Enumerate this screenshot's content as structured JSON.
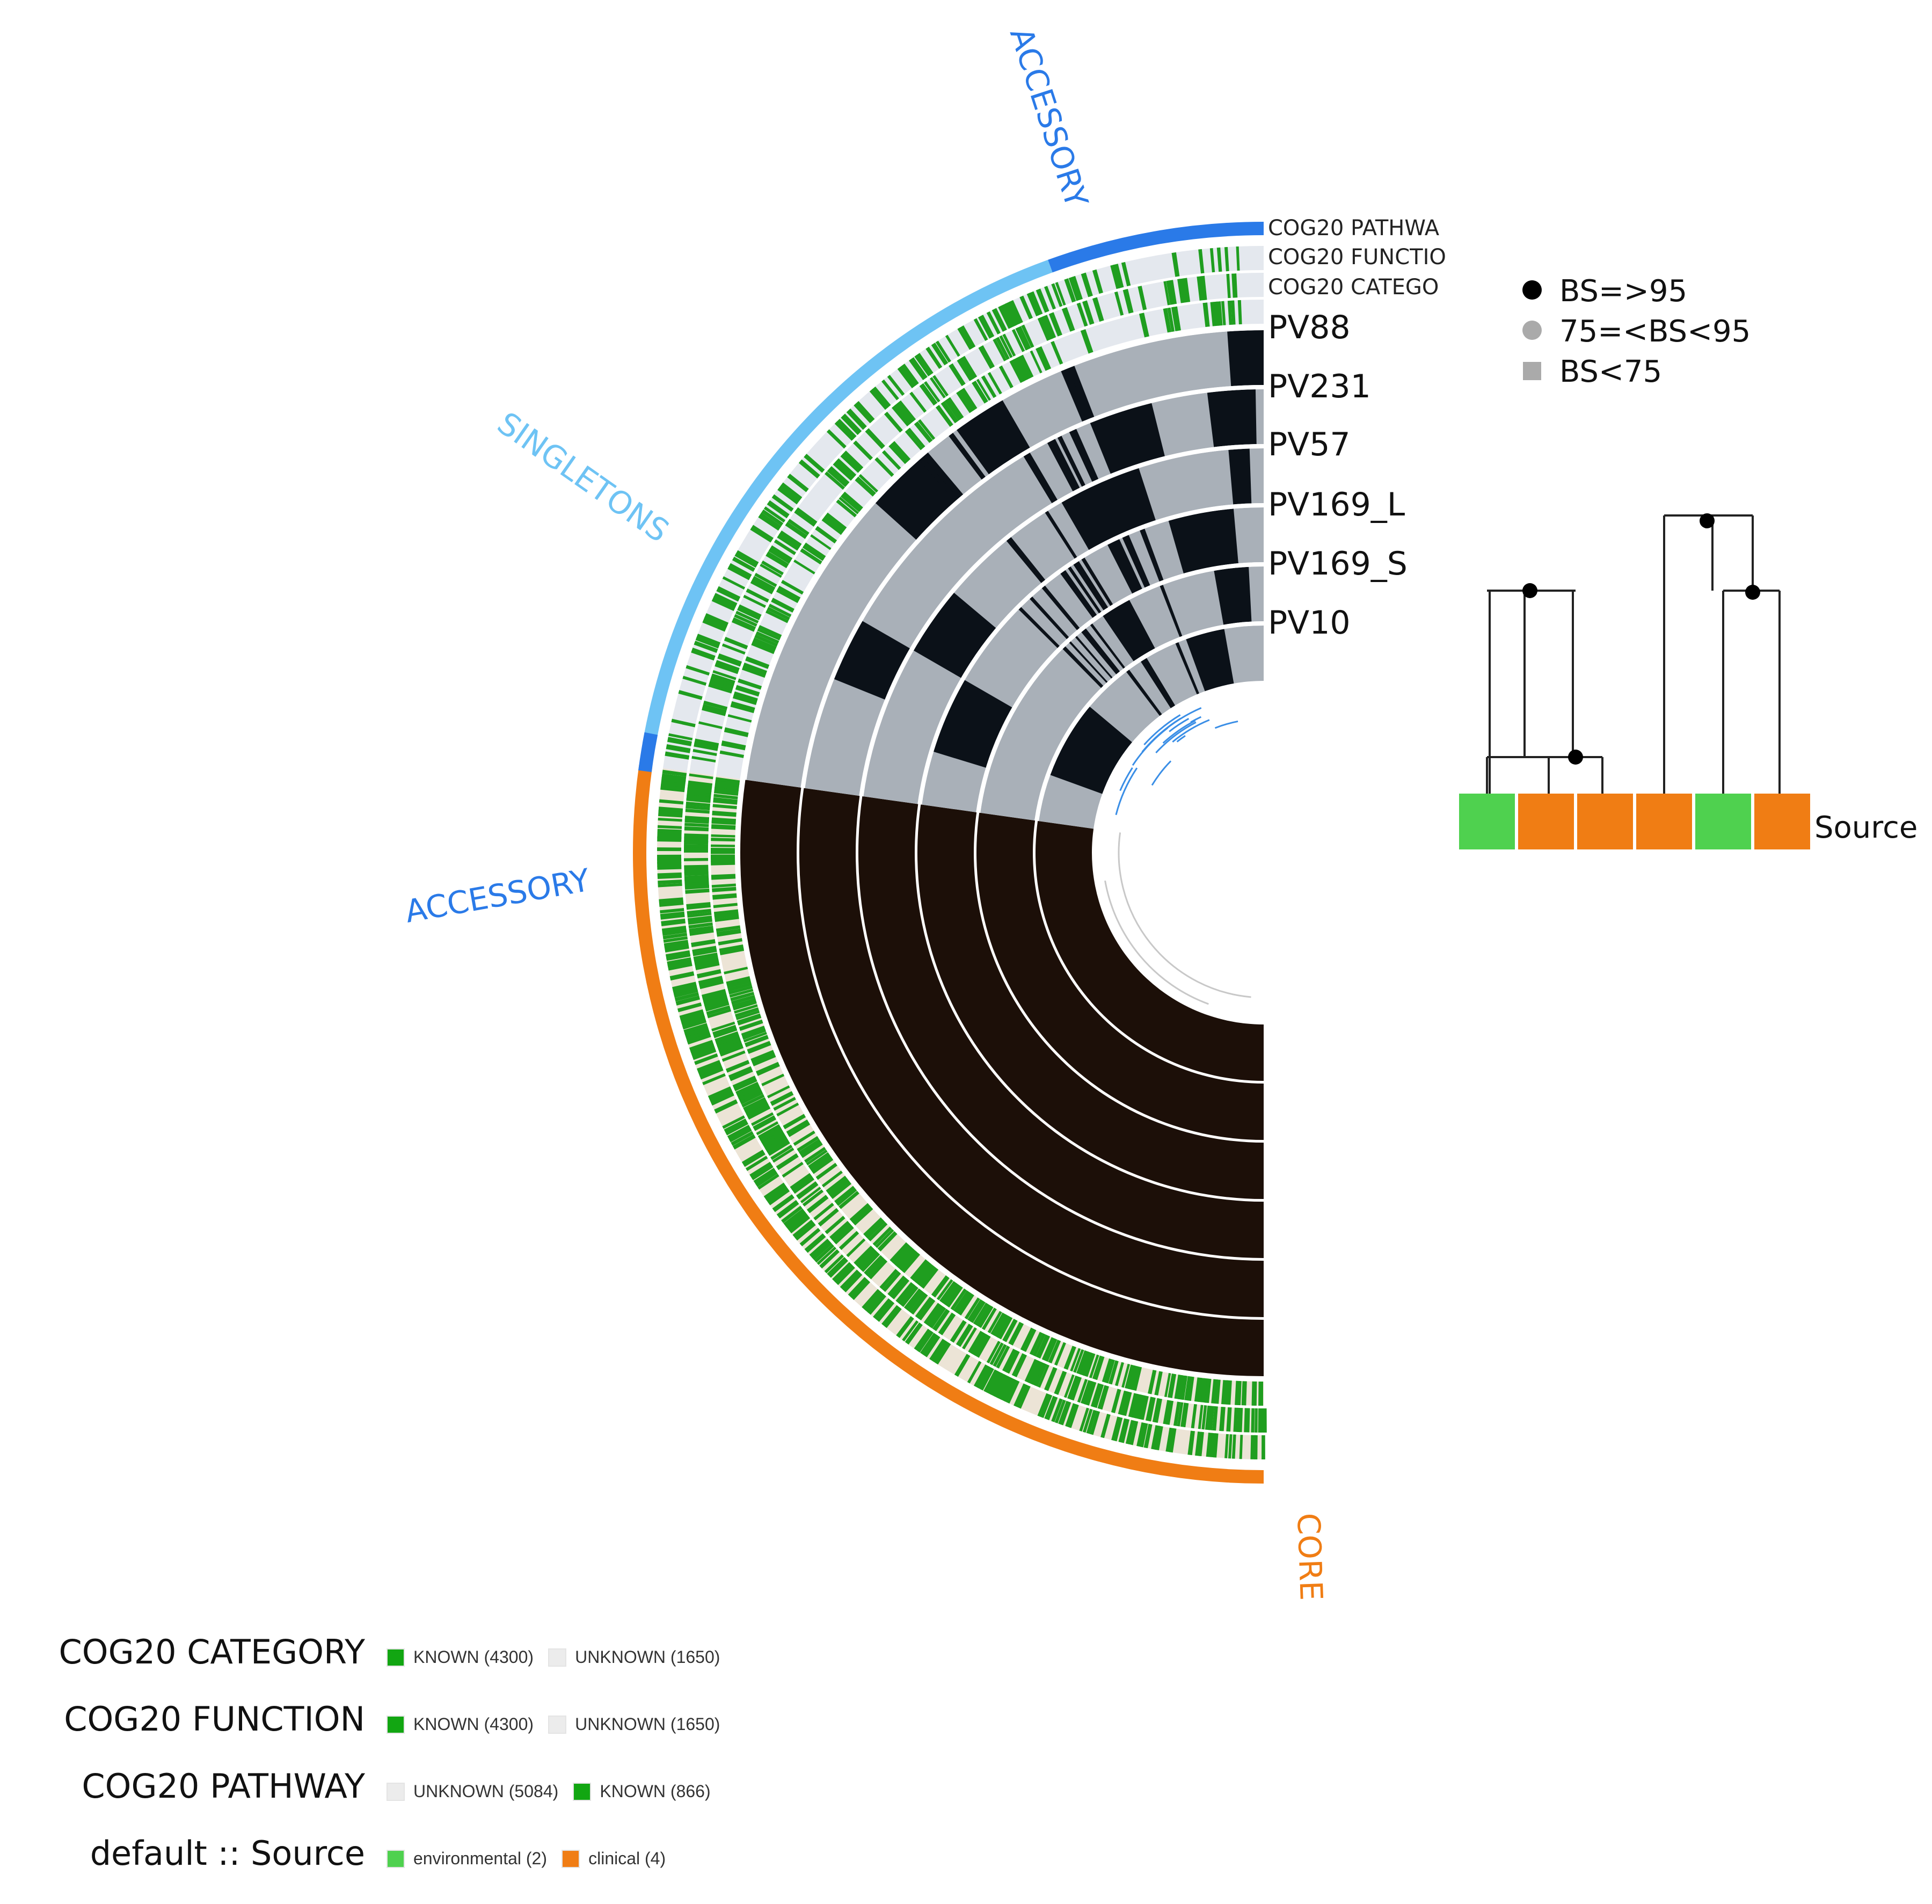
{
  "sections": [
    {
      "label": "ACCESSORY",
      "color": "#2a7ae8"
    },
    {
      "label": "SINGLETONS",
      "color": "#6ec3f4"
    },
    {
      "label": "ACCESSORY",
      "color": "#2a7ae8"
    },
    {
      "label": "CORE",
      "color": "#f07d14"
    }
  ],
  "layers": {
    "cog_layers": [
      "COG20 PATHWA",
      "COG20 FUNCTIO",
      "COG20 CATEGO"
    ],
    "genomes": [
      "PV88",
      "PV231",
      "PV57",
      "PV169_L",
      "PV169_S",
      "PV10"
    ]
  },
  "source": {
    "label": "Source",
    "values": [
      "environmental",
      "clinical",
      "clinical",
      "clinical",
      "environmental",
      "clinical"
    ],
    "colors": {
      "environmental": "#4fd14f",
      "clinical": "#f07d14"
    }
  },
  "bootstrap_legend": [
    {
      "label": "BS=>95",
      "color": "#000000",
      "shape": "circle"
    },
    {
      "label": "75=<BS<95",
      "color": "#aaaaaa",
      "shape": "circle"
    },
    {
      "label": "BS<75",
      "color": "#aaaaaa",
      "shape": "square"
    }
  ],
  "legend": [
    {
      "title": "COG20 CATEGORY",
      "items": [
        {
          "label": "KNOWN (4300)",
          "color": "#12a612"
        },
        {
          "label": "UNKNOWN (1650)",
          "color": "#ececec"
        }
      ]
    },
    {
      "title": "COG20 FUNCTION",
      "items": [
        {
          "label": "KNOWN (4300)",
          "color": "#12a612"
        },
        {
          "label": "UNKNOWN (1650)",
          "color": "#ececec"
        }
      ]
    },
    {
      "title": "COG20 PATHWAY",
      "items": [
        {
          "label": "UNKNOWN (5084)",
          "color": "#ececec"
        },
        {
          "label": "KNOWN (866)",
          "color": "#12a612"
        }
      ]
    },
    {
      "title": "default :: Source",
      "items": [
        {
          "label": "environmental (2)",
          "color": "#4fd14f"
        },
        {
          "label": "clinical (4)",
          "color": "#f07d14"
        }
      ]
    }
  ]
}
